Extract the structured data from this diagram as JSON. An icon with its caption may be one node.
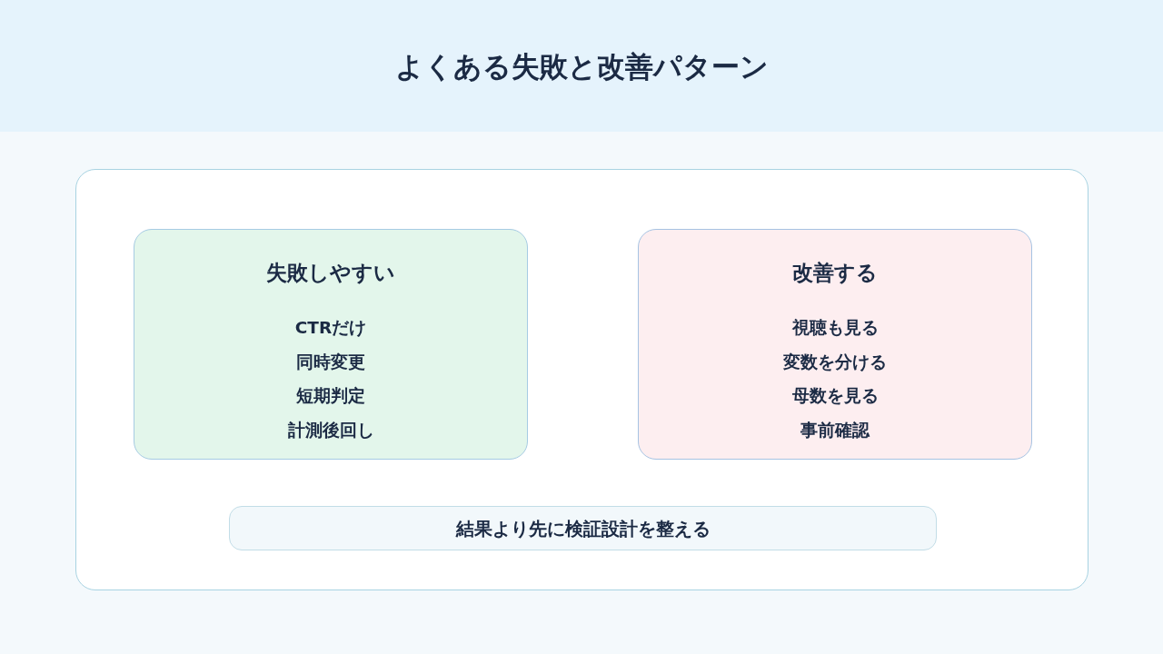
{
  "diagram": {
    "title": "よくある失敗と改善パターン",
    "nodes": [
      {
        "text": [],
        "shape": "box"
      },
      {
        "text": [
          "失敗しやすい",
          "CTRだけ",
          "同時変更",
          "短期判定",
          "計測後回し"
        ],
        "in": 0
      },
      {
        "text": [
          "改善する",
          "視聴も見る",
          "変数を分ける",
          "母数を見る",
          "事前確認"
        ],
        "in": 0
      },
      {
        "text": [
          "結果より先に検証設計を整える"
        ],
        "in": 0
      }
    ]
  }
}
